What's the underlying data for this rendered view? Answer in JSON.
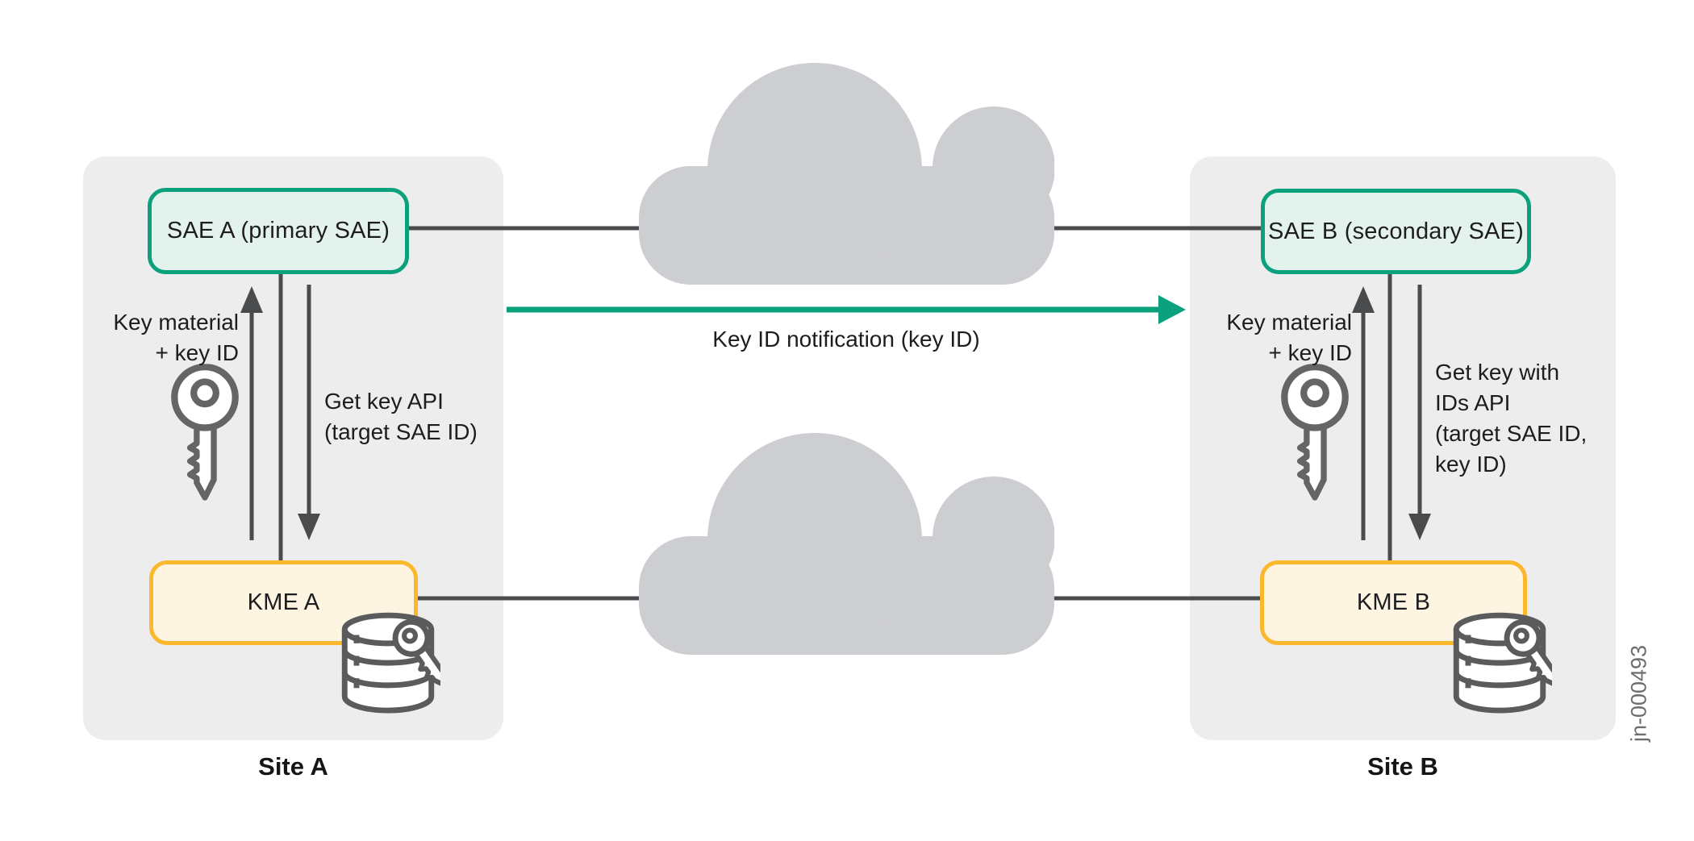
{
  "figure_id": "jn-000493",
  "notification": {
    "label": "Key ID notification (key ID)"
  },
  "colors": {
    "green_accent": "#0ba17c",
    "yellow_accent": "#fbb82d",
    "sae_fill": "#e4f2ed",
    "kme_fill": "#fdf4e1",
    "panel_gray": "#ededee",
    "cloud_gray": "#cdced1",
    "line_dark": "#4a4b4d",
    "figure_id_gray": "#6c6d70"
  },
  "icons": [
    "key-icon",
    "key-database-icon",
    "cloud-icon",
    "up-arrow-icon",
    "down-arrow-icon",
    "green-arrow-icon"
  ],
  "sites": {
    "a": {
      "name": "Site A",
      "sae_label": "SAE A (primary SAE)",
      "kme_label": "KME A",
      "up_label_lines": [
        "Key material",
        "+ key ID"
      ],
      "down_label_lines": [
        "Get key API",
        "(target SAE ID)"
      ]
    },
    "b": {
      "name": "Site B",
      "sae_label": "SAE B (secondary SAE)",
      "kme_label": "KME B",
      "up_label_lines": [
        "Key material",
        "+ key ID"
      ],
      "down_label_lines": [
        "Get key with",
        "IDs API",
        "(target SAE ID,",
        "key ID)"
      ]
    }
  }
}
